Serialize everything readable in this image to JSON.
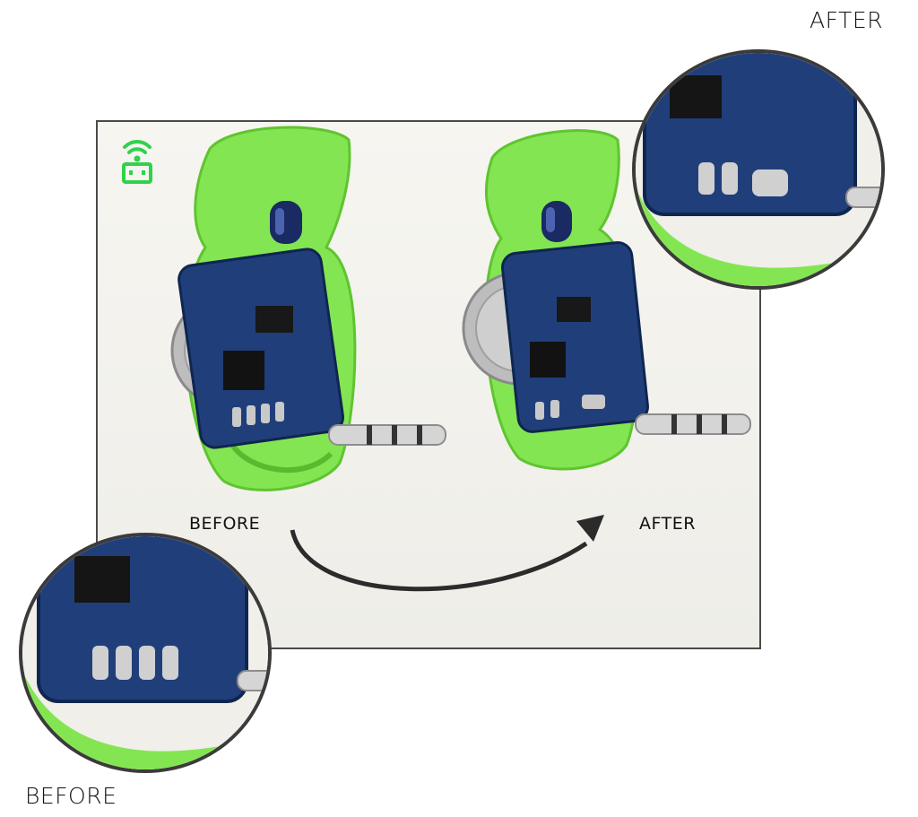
{
  "labels": {
    "after_top": "AFTER",
    "before_bottom": "BEFORE",
    "before_mid": "BEFORE",
    "after_mid": "AFTER"
  },
  "colors": {
    "enclosure_green": "#7fe04c",
    "pcb_blue": "#1f3f78",
    "arrow": "#2b2b2b",
    "logo_green": "#2fd24a"
  },
  "icons": {
    "logo": "robot-wifi-icon"
  }
}
